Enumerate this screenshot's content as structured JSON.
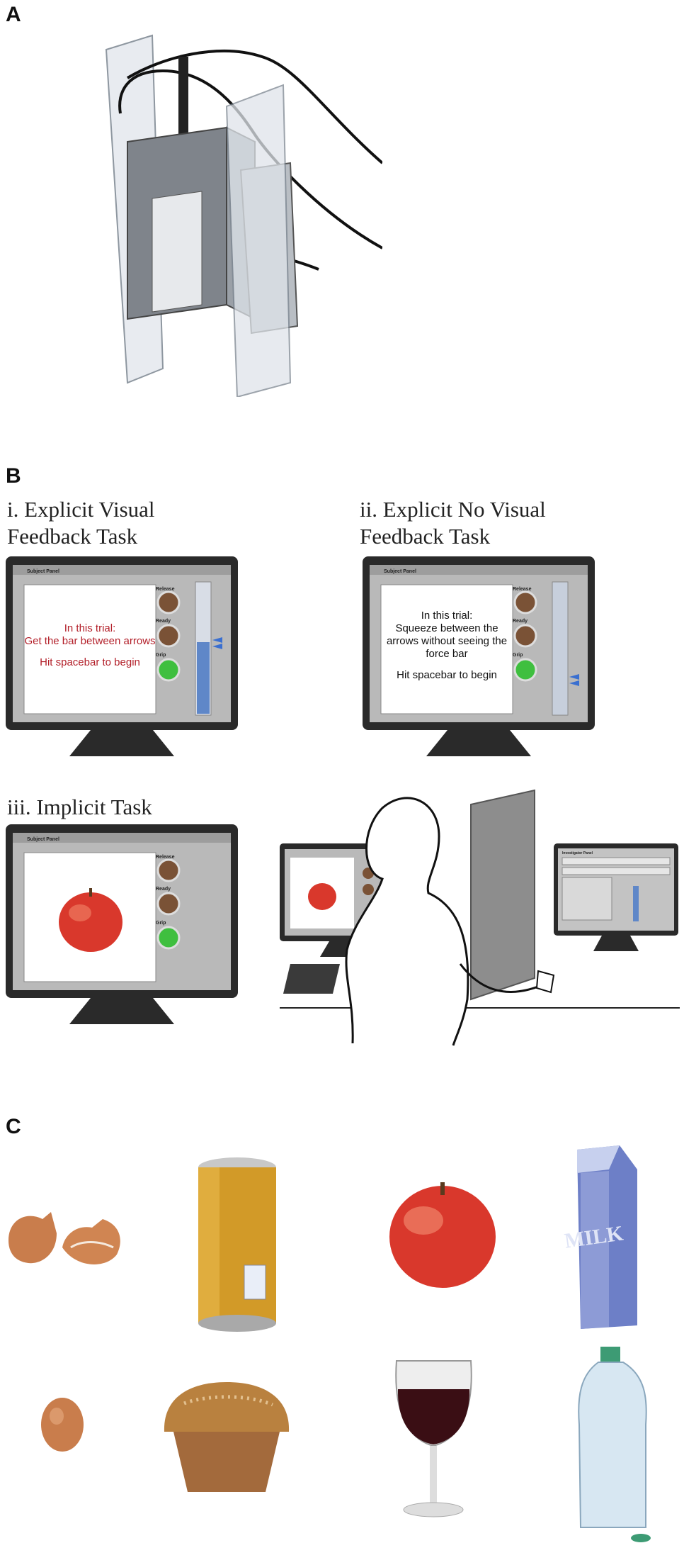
{
  "panels": {
    "a": {
      "letter": "A"
    },
    "b": {
      "letter": "B",
      "task_i_title": "i. Explicit Visual\n   Feedback Task",
      "task_ii_title": "ii. Explicit No Visual\n    Feedback Task",
      "task_iii_title": "iii. Implicit Task",
      "monitor": {
        "header": "Subject Panel",
        "release_label": "Release",
        "ready_label": "Ready",
        "grip_label": "Grip"
      },
      "task_i_screen": {
        "line1": "In this trial:",
        "line2": "Get the bar between arrows",
        "line3": "Hit spacebar to begin",
        "bar_fill_fraction": 0.55
      },
      "task_ii_screen": {
        "line1": "In this trial:",
        "line2": "Squeeze between the",
        "line3": "arrows without seeing the",
        "line4": "force bar",
        "line5": "Hit spacebar to begin"
      },
      "setup": {
        "investigator_header": "Investigator Panel"
      }
    },
    "c": {
      "letter": "C",
      "objects": [
        "cracked-eggshell",
        "soda-can",
        "apple",
        "milk-carton",
        "egg",
        "muffin",
        "wine-glass",
        "water-bottle"
      ],
      "milk_label": "MILK"
    }
  },
  "colors": {
    "monitor_bezel": "#2a2a2a",
    "panel_gray": "#b9b9b9",
    "bar_blue": "#5f87c8",
    "text_red": "#b3202a",
    "grip_green": "#3fbf3f",
    "button_brown": "#7a5236"
  }
}
